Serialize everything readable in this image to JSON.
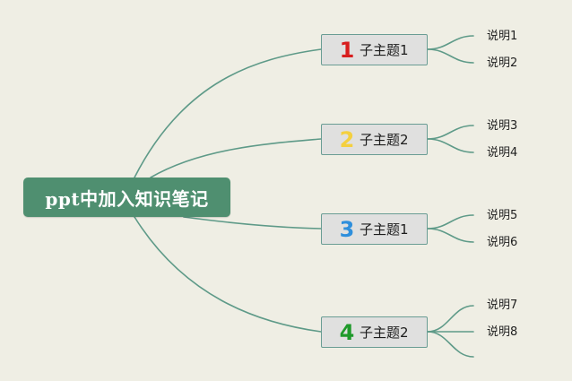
{
  "root": {
    "label": "ppt中加入知识笔记"
  },
  "colors": {
    "background": "#efeee4",
    "root_fill": "#4f8f70",
    "connector": "#5e9a88",
    "topic_fill": "#e0e0df",
    "topic_border": "#6a9d94",
    "marker_1": "#d81e1e",
    "marker_2": "#f4d03f",
    "marker_3": "#2e8fdc",
    "marker_4": "#1f9a2a"
  },
  "topics": [
    {
      "marker": "1",
      "marker_color": "#d81e1e",
      "label": "子主题1",
      "notes": [
        "说明1",
        "说明2"
      ]
    },
    {
      "marker": "2",
      "marker_color": "#f4d03f",
      "label": "子主题2",
      "notes": [
        "说明3",
        "说明4"
      ]
    },
    {
      "marker": "3",
      "marker_color": "#2e8fdc",
      "label": "子主题1",
      "notes": [
        "说明5",
        "说明6"
      ]
    },
    {
      "marker": "4",
      "marker_color": "#1f9a2a",
      "label": "子主题2",
      "notes": [
        "说明7",
        "说明8"
      ]
    }
  ]
}
